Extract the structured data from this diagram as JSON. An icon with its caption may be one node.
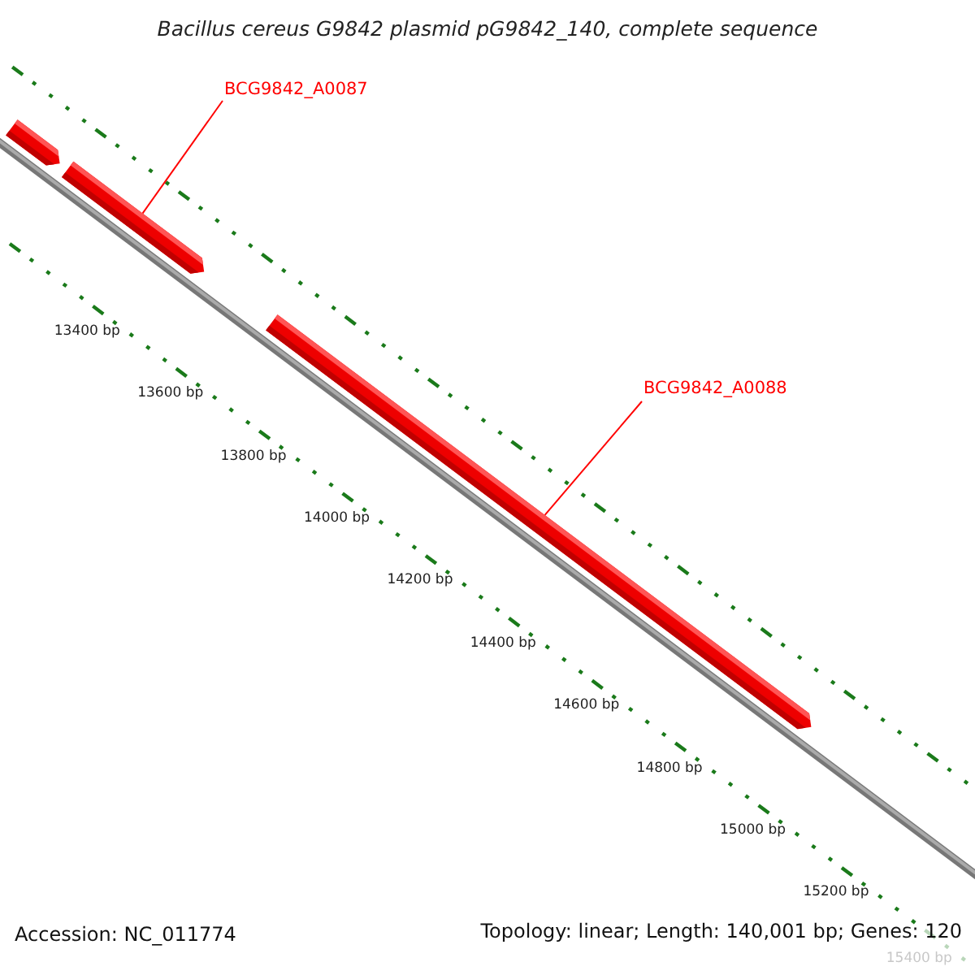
{
  "diagram": {
    "title": "Bacillus cereus G9842 plasmid pG9842_140, complete sequence",
    "nodes": [
      {
        "text": [
          "BCG9842_A0087"
        ]
      },
      {
        "text": [],
        "shape": "bar"
      },
      {
        "text": [],
        "shape": "bar"
      },
      {
        "text": [
          "BCG9842_A0088"
        ]
      },
      {
        "text": [],
        "shape": "bar"
      }
    ],
    "edges": [
      {
        "from": 0,
        "to": 2,
        "arrow": "none"
      },
      {
        "from": 3,
        "to": 4,
        "arrow": "none"
      }
    ],
    "labels": [
      "13400 bp",
      "13600 bp",
      "13800 bp",
      "14000 bp",
      "14200 bp",
      "14400 bp",
      "14600 bp",
      "14800 bp",
      "15000 bp",
      "15200 bp",
      "15400 bp",
      "Accession: NC_011774",
      "Topology: linear; Length: 140,001 bp; Genes: 120"
    ]
  }
}
